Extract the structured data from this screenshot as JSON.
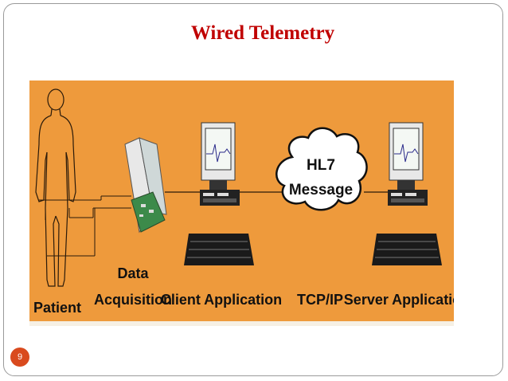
{
  "slide": {
    "title": "Wired Telemetry",
    "page_number": "9"
  },
  "diagram": {
    "background_color": "#ee9a3c",
    "accent_color": "#c00000",
    "labels": {
      "patient": "Patient",
      "data_line1": "Data",
      "data_line2": "Acquisition",
      "client": "Client Application",
      "tcpip": "TCP/IP",
      "server": "Server Application"
    },
    "cloud": {
      "line1": "HL7",
      "line2": "Message"
    }
  }
}
